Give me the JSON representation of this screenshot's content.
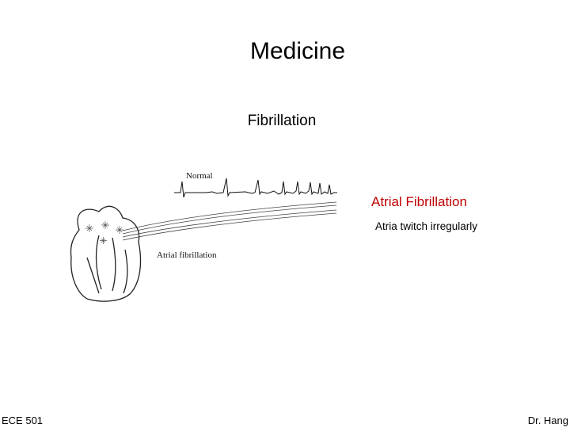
{
  "slide": {
    "title": "Medicine",
    "subtitle": "Fibrillation",
    "highlight_label": "Atrial Fibrillation",
    "caption": "Atria twitch irregularly",
    "highlight_color": "#c00000"
  },
  "figure": {
    "label_normal": "Normal",
    "label_afib": "Atrial fibrillation"
  },
  "footer": {
    "left": "ECE 501",
    "right": "Dr. Hang"
  }
}
